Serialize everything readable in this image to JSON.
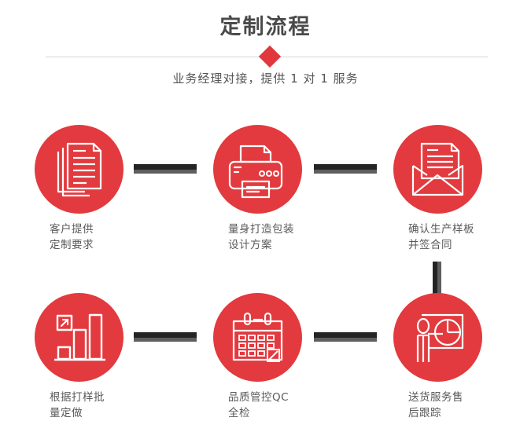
{
  "header": {
    "title": "定制流程",
    "subtitle": "业务经理对接，提供 1 对 1 服务",
    "diamond_icon": "diamond-marker",
    "accent_color": "#e23a3e",
    "title_color": "#4a4a4a",
    "divider_color": "#d6d6d6"
  },
  "flow": {
    "connector_dark_color": "#242424",
    "connector_light_color": "#5e5e5e",
    "steps": [
      {
        "index": "1",
        "icon": "documents-icon",
        "label": "客户提供\n定制要求"
      },
      {
        "index": "2",
        "icon": "printer-icon",
        "label": "量身打造包装\n设计方案"
      },
      {
        "index": "3",
        "icon": "envelope-document-icon",
        "label": "确认生产样板\n并签合同"
      },
      {
        "index": "4",
        "icon": "bar-chart-growth-icon",
        "label": "根据打样批\n量定做"
      },
      {
        "index": "5",
        "icon": "calendar-check-icon",
        "label": "品质管控QC\n全检"
      },
      {
        "index": "6",
        "icon": "presenter-pie-chart-icon",
        "label": "送货服务售\n后跟踪"
      }
    ],
    "connectors": [
      {
        "name": "connector-step1-step2",
        "orientation": "horizontal"
      },
      {
        "name": "connector-step2-step3",
        "orientation": "horizontal"
      },
      {
        "name": "connector-step3-step4",
        "orientation": "vertical"
      },
      {
        "name": "connector-step4-step5",
        "orientation": "horizontal"
      },
      {
        "name": "connector-step5-step6",
        "orientation": "horizontal"
      }
    ]
  }
}
